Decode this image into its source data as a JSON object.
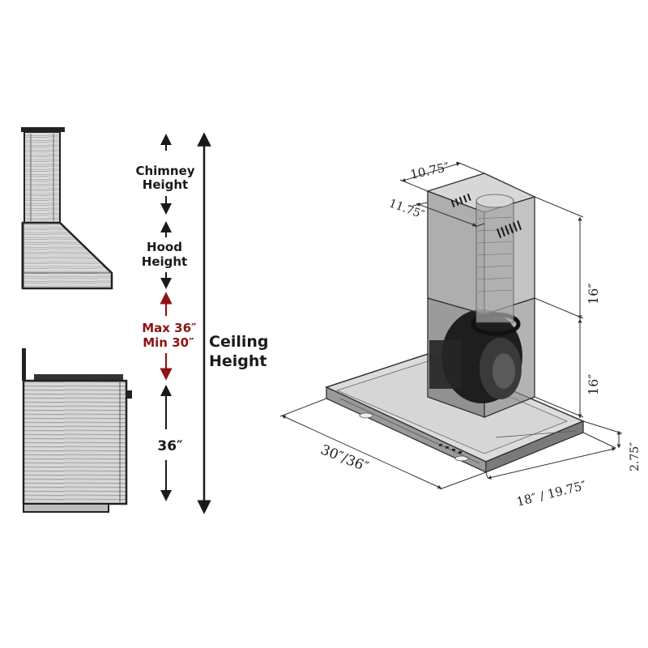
{
  "clearance": {
    "chimney_line1": "Chimney",
    "chimney_line2": "Height",
    "hood_line1": "Hood",
    "hood_line2": "Height",
    "max": "Max 36″",
    "min": "Min 30″",
    "counter": "36″",
    "ceiling_line1": "Ceiling",
    "ceiling_line2": "Height"
  },
  "dimensions": {
    "chimney_width": "10.75″",
    "chimney_depth": "11.75″",
    "upper_height": "16″",
    "lower_height": "16″",
    "hood_width": "30″/36″",
    "hood_depth": "18″ / 19.75″",
    "hood_thickness": "2.75″"
  },
  "colors": {
    "accent_red": "#8b1414",
    "line": "#1a1a1a",
    "steel_light": "#d9d9d9",
    "steel_dark": "#555555"
  }
}
